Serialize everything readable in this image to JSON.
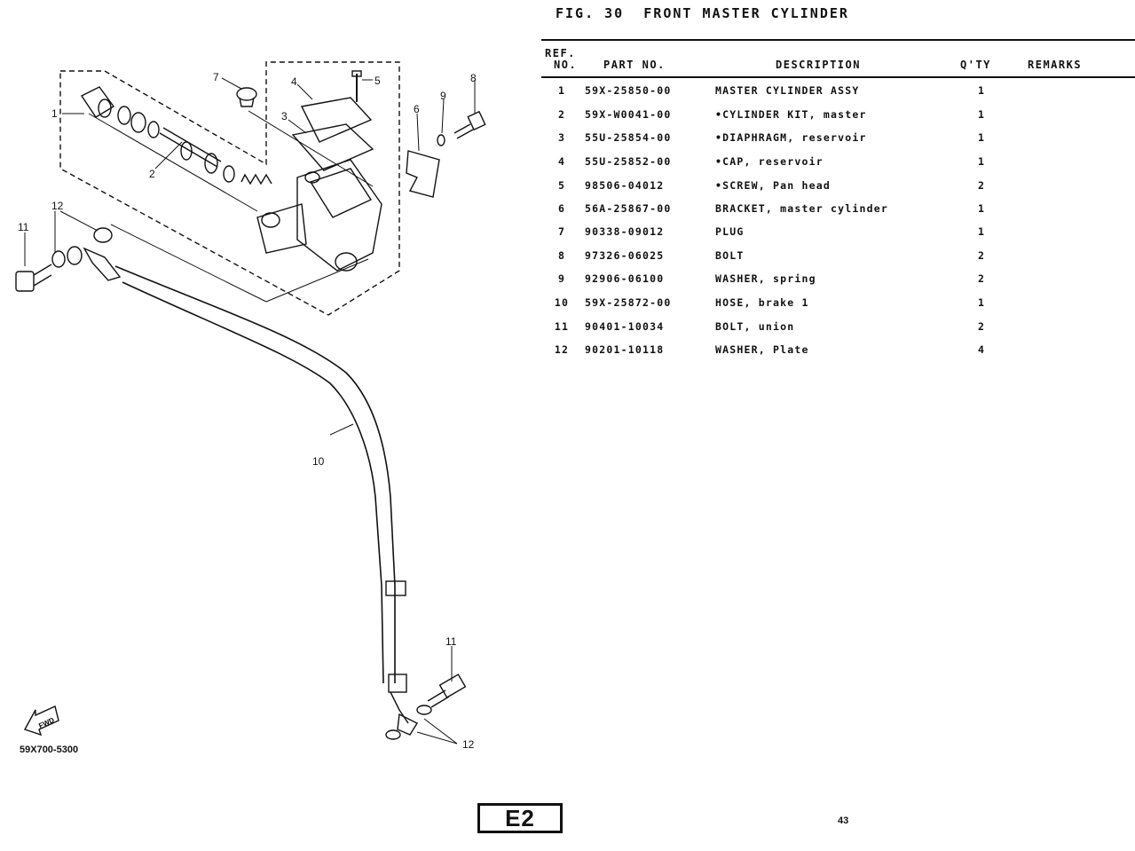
{
  "figure": {
    "title": "FIG. 30  FRONT MASTER CYLINDER",
    "code": "59X700-5300",
    "fwd_label": "FWD",
    "callouts": [
      "1",
      "2",
      "3",
      "4",
      "5",
      "6",
      "7",
      "8",
      "9",
      "10",
      "11",
      "12",
      "11",
      "12"
    ]
  },
  "table": {
    "headers": {
      "ref_line1": "REF.",
      "ref_line2": "NO.",
      "part_no": "PART NO.",
      "description": "DESCRIPTION",
      "qty": "Q'TY",
      "remarks": "REMARKS"
    },
    "rows": [
      {
        "ref": "1",
        "part": "59X-25850-00",
        "desc": "MASTER CYLINDER ASSY",
        "qty": "1",
        "remarks": ""
      },
      {
        "ref": "2",
        "part": "59X-W0041-00",
        "desc": "•CYLINDER KIT, master",
        "qty": "1",
        "remarks": ""
      },
      {
        "ref": "3",
        "part": "55U-25854-00",
        "desc": "•DIAPHRAGM, reservoir",
        "qty": "1",
        "remarks": ""
      },
      {
        "ref": "4",
        "part": "55U-25852-00",
        "desc": "•CAP, reservoir",
        "qty": "1",
        "remarks": ""
      },
      {
        "ref": "5",
        "part": "98506-04012",
        "desc": "•SCREW, Pan head",
        "qty": "2",
        "remarks": ""
      },
      {
        "ref": "6",
        "part": "56A-25867-00",
        "desc": "BRACKET, master cylinder",
        "qty": "1",
        "remarks": ""
      },
      {
        "ref": "7",
        "part": "90338-09012",
        "desc": "PLUG",
        "qty": "1",
        "remarks": ""
      },
      {
        "ref": "8",
        "part": "97326-06025",
        "desc": "BOLT",
        "qty": "2",
        "remarks": ""
      },
      {
        "ref": "9",
        "part": "92906-06100",
        "desc": "WASHER, spring",
        "qty": "2",
        "remarks": ""
      },
      {
        "ref": "10",
        "part": "59X-25872-00",
        "desc": "HOSE, brake 1",
        "qty": "1",
        "remarks": ""
      },
      {
        "ref": "11",
        "part": "90401-10034",
        "desc": "BOLT, union",
        "qty": "2",
        "remarks": ""
      },
      {
        "ref": "12",
        "part": "90201-10118",
        "desc": "WASHER, Plate",
        "qty": "4",
        "remarks": ""
      }
    ]
  },
  "footer": {
    "section": "E2",
    "page": "43"
  }
}
